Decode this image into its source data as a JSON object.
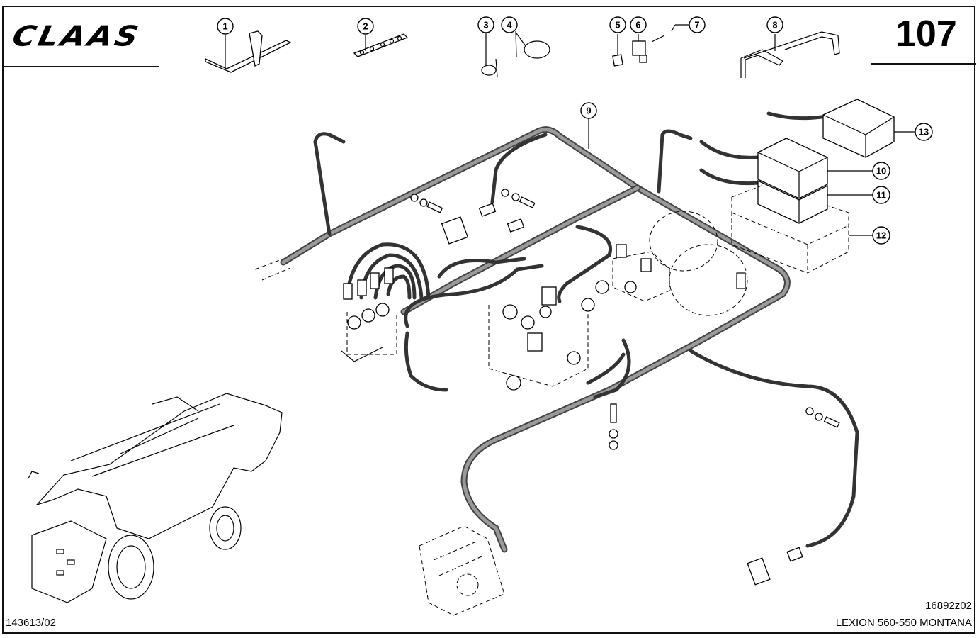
{
  "header": {
    "brand_logo": "CLAAS",
    "page_number": "107"
  },
  "footer": {
    "drawing_number": "143613/02",
    "reference_code": "16892z02",
    "model": "LEXION 560-550 MONTANA"
  },
  "callouts": [
    {
      "number": "1",
      "part": "bracket"
    },
    {
      "number": "2",
      "part": "perforated-strip"
    },
    {
      "number": "3",
      "part": "cable-tie-small"
    },
    {
      "number": "4",
      "part": "cable-tie-large"
    },
    {
      "number": "5",
      "part": "gasket"
    },
    {
      "number": "6",
      "part": "valve-plug-connector"
    },
    {
      "number": "7",
      "part": "screw"
    },
    {
      "number": "8",
      "part": "bent-bracket"
    },
    {
      "number": "9",
      "part": "wiring-harness"
    },
    {
      "number": "10",
      "part": "junction-box-upper"
    },
    {
      "number": "11",
      "part": "junction-box-lower"
    },
    {
      "number": "12",
      "part": "mounting-base-phantom"
    },
    {
      "number": "13",
      "part": "junction-box-remote"
    }
  ],
  "colors": {
    "line": "#000000",
    "harness": "#444444",
    "background": "#ffffff"
  }
}
